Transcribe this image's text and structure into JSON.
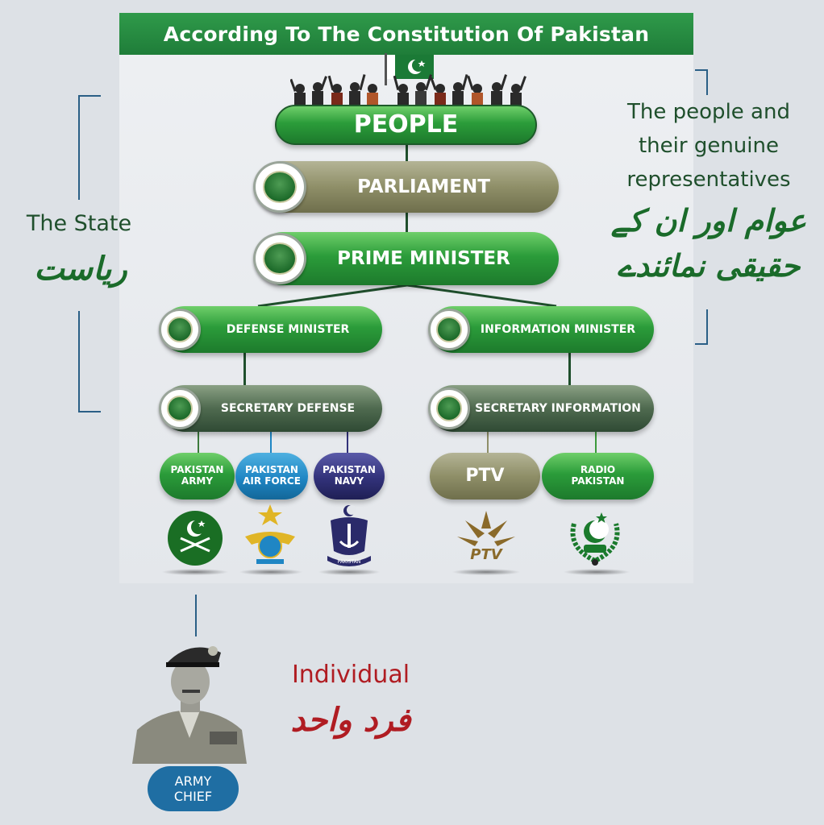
{
  "title": "According To The Constitution Of Pakistan",
  "nodes": {
    "people": "PEOPLE",
    "parliament": "PARLIAMENT",
    "prime_minister": "PRIME MINISTER",
    "defense_minister": "DEFENSE MINISTER",
    "information_minister": "INFORMATION MINISTER",
    "secretary_defense": "SECRETARY DEFENSE",
    "secretary_information": "SECRETARY INFORMATION",
    "army_line1": "PAKISTAN",
    "army_line2": "ARMY",
    "air_force_line1": "PAKISTAN",
    "air_force_line2": "AIR FORCE",
    "navy_line1": "PAKISTAN",
    "navy_line2": "NAVY",
    "ptv": "PTV",
    "radio_line1": "RADIO",
    "radio_line2": "PAKISTAN"
  },
  "left_annotation": {
    "english": "The State",
    "urdu": "ریاست"
  },
  "right_annotation": {
    "english_line1": "The people and",
    "english_line2": "their genuine",
    "english_line3": "representatives",
    "urdu_line1": "عوام اور ان کے",
    "urdu_line2": "حقیقی نمائندے"
  },
  "individual": {
    "english": "Individual",
    "urdu": "فرد واحد",
    "badge_line1": "ARMY",
    "badge_line2": "CHIEF"
  },
  "logos": {
    "ptv_text": "PTV",
    "navy_text": "PAKISTAN"
  },
  "colors": {
    "banner_green": "#1f7d39",
    "pill_green": "#2b9c3a",
    "pill_olive": "#8f8f68",
    "urdu_green": "#1a6b2a",
    "state_text": "#1f4f2c",
    "individual_red": "#b01c22",
    "bracket_blue": "#2a5f86",
    "badge_blue": "#1f6ea3"
  }
}
